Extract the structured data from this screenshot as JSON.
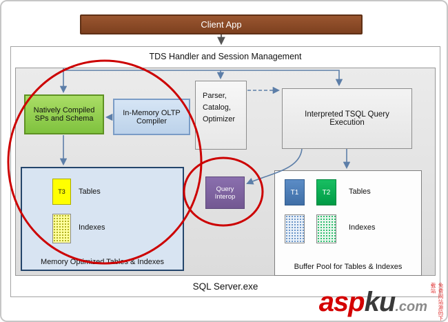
{
  "diagram": {
    "client_app": "Client App",
    "tds_handler": "TDS Handler and Session Management",
    "natively_compiled": "Natively Compiled SPs and Schema",
    "inmemory_compiler": "In-Memory OLTP Compiler",
    "parser": "Parser, Catalog, Optimizer",
    "interpreted_tsql": "Interpreted TSQL Query Execution",
    "query_interop": "Query Interop",
    "sql_server_exe": "SQL Server.exe",
    "memory_optimized": {
      "table_label": "T3",
      "tables": "Tables",
      "indexes": "Indexes",
      "caption": "Memory Optimized Tables & Indexes"
    },
    "buffer_pool": {
      "table1_label": "T1",
      "table2_label": "T2",
      "tables": "Tables",
      "indexes": "Indexes",
      "caption": "Buffer Pool for Tables & Indexes"
    }
  },
  "watermark": {
    "part1": "asp",
    "part2": "ku",
    "part3": ".com",
    "vertical_text": "免费网站源码下载站"
  },
  "colors": {
    "client_app_brown": "#8C4B26",
    "natively_compiled_green": "#8CC63E",
    "compiler_blue": "#C9DDF1",
    "query_interop_purple": "#7F63A1",
    "memory_panel_blue": "#D8E4F2",
    "t1_blue": "#4A7EBB",
    "t2_green": "#00AF50",
    "t3_yellow": "#FFFF00",
    "highlight_red": "#CC0000",
    "arrow_blue": "#5C7EA8"
  }
}
